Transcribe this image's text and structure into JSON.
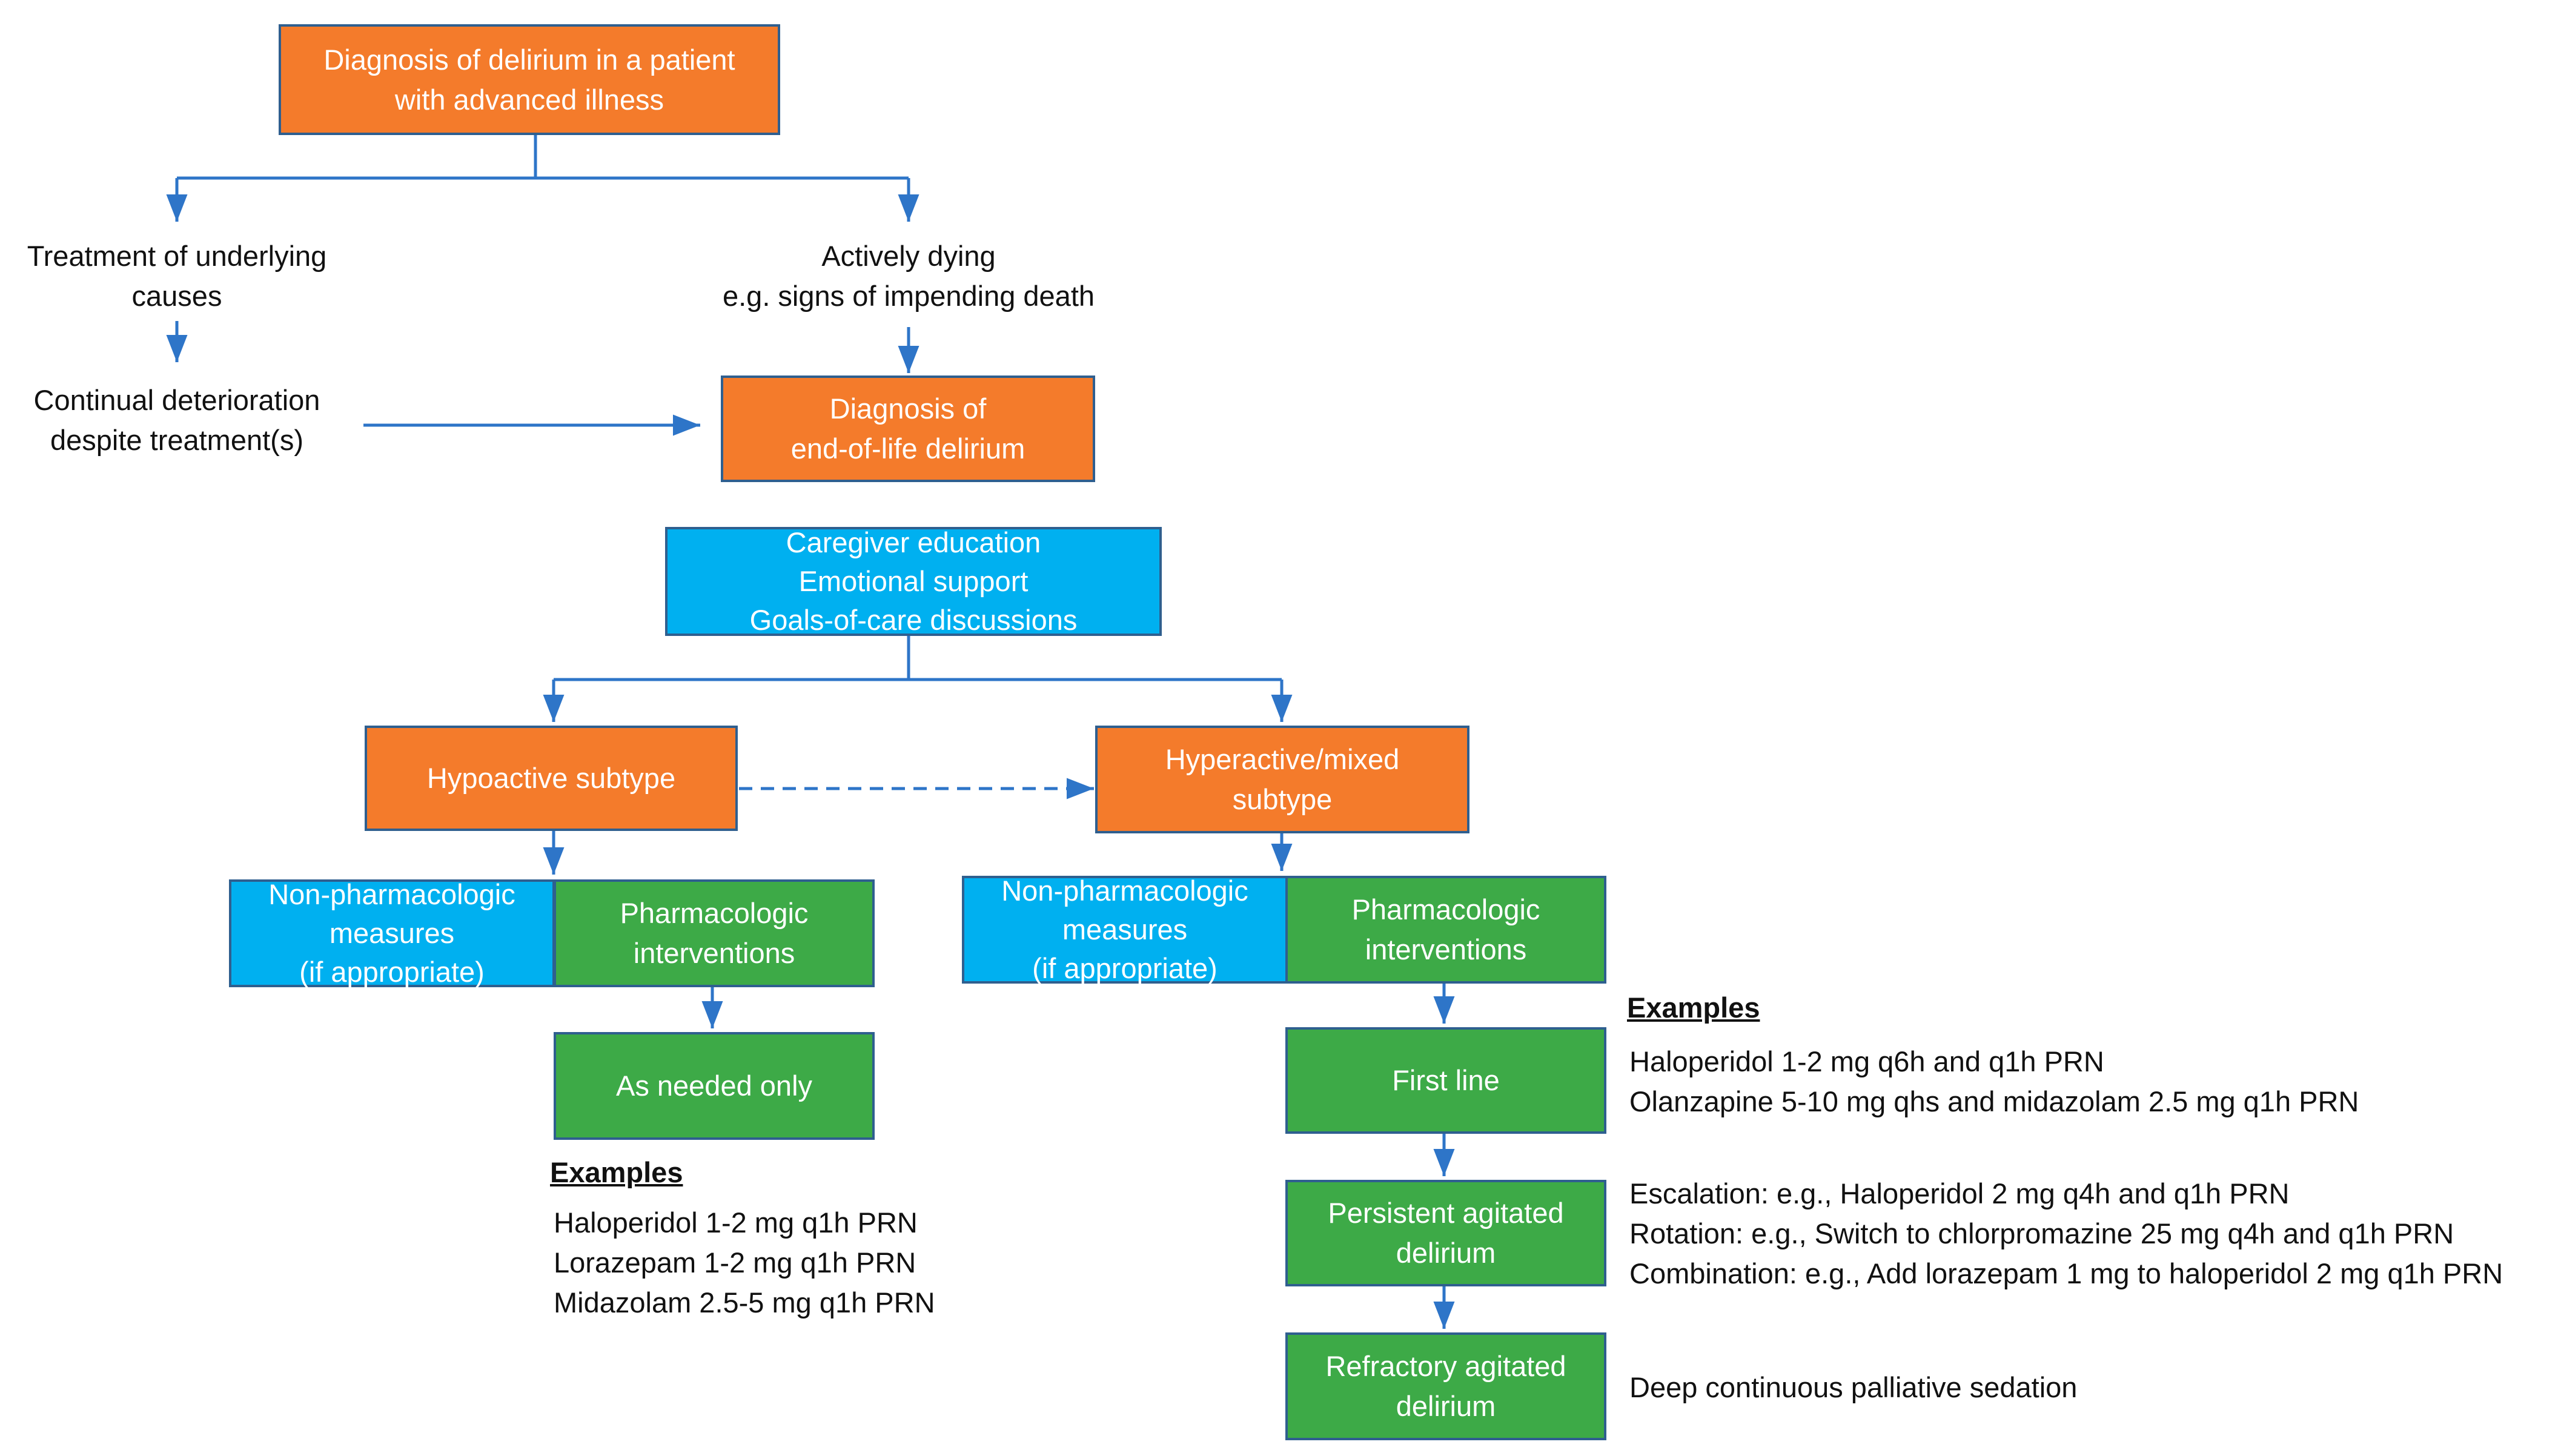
{
  "nodes": {
    "diagnosis_delirium": {
      "lines": [
        "Diagnosis of delirium in a patient",
        "with advanced illness"
      ]
    },
    "treatment_causes": {
      "lines": [
        "Treatment of underlying",
        "causes"
      ]
    },
    "actively_dying": {
      "lines": [
        "Actively dying",
        "e.g. signs of impending death"
      ]
    },
    "continual_deterioration": {
      "lines": [
        "Continual deterioration",
        "despite treatment(s)"
      ]
    },
    "diagnosis_eol": {
      "lines": [
        "Diagnosis of",
        "end-of-life delirium"
      ]
    },
    "caregiver_box": {
      "lines": [
        "Caregiver education",
        "Emotional support",
        "Goals-of-care discussions"
      ]
    },
    "hypoactive": {
      "lines": [
        "Hypoactive subtype"
      ]
    },
    "hyperactive": {
      "lines": [
        "Hyperactive/mixed",
        "subtype"
      ]
    },
    "nonpharm_left": {
      "lines": [
        "Non-pharmacologic",
        "measures",
        "(if appropriate)"
      ]
    },
    "pharm_left": {
      "lines": [
        "Pharmacologic",
        "interventions"
      ]
    },
    "nonpharm_right": {
      "lines": [
        "Non-pharmacologic",
        "measures",
        "(if appropriate)"
      ]
    },
    "pharm_right": {
      "lines": [
        "Pharmacologic",
        "interventions"
      ]
    },
    "as_needed": {
      "lines": [
        "As needed only"
      ]
    },
    "first_line": {
      "lines": [
        "First line"
      ]
    },
    "persistent": {
      "lines": [
        "Persistent agitated",
        "delirium"
      ]
    },
    "refractory": {
      "lines": [
        "Refractory agitated",
        "delirium"
      ]
    }
  },
  "examples_left": {
    "heading": "Examples",
    "items": [
      "Haloperidol 1-2 mg q1h PRN",
      "Lorazepam 1-2 mg q1h PRN",
      "Midazolam 2.5-5 mg q1h PRN"
    ]
  },
  "examples_right": {
    "heading": "Examples",
    "first_line": [
      "Haloperidol 1-2 mg q6h and q1h PRN",
      "Olanzapine 5-10 mg qhs and midazolam 2.5 mg q1h PRN"
    ],
    "persistent": [
      "Escalation: e.g., Haloperidol 2 mg q4h and q1h PRN",
      "Rotation: e.g., Switch to chlorpromazine 25 mg q4h and q1h PRN",
      "Combination: e.g., Add lorazepam 1 mg to haloperidol 2 mg q1h PRN"
    ],
    "refractory": [
      "Deep continuous palliative sedation"
    ]
  },
  "colors": {
    "orange": "#f47b2b",
    "blue": "#00b0f0",
    "green": "#3daa47",
    "arrow": "#2e75c8",
    "border": "#2f5f8f"
  }
}
